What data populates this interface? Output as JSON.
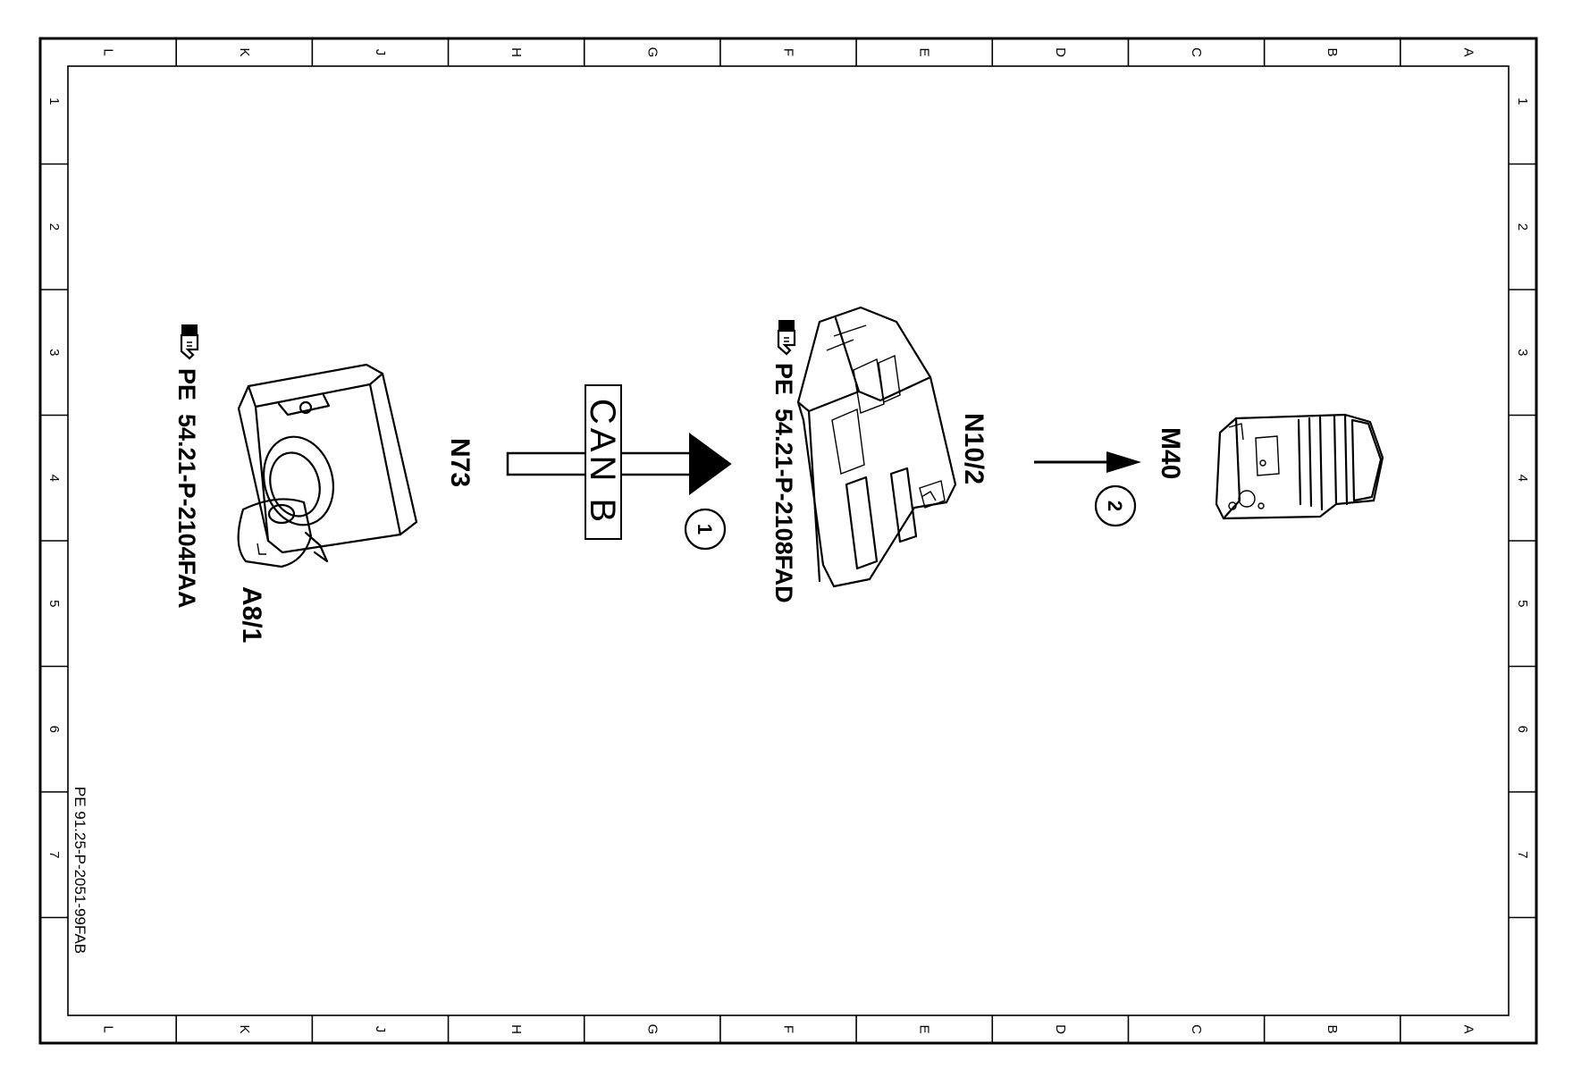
{
  "frame": {
    "columns": [
      "L",
      "K",
      "J",
      "H",
      "G",
      "F",
      "E",
      "D",
      "C",
      "B",
      "A"
    ],
    "rows": [
      "1",
      "2",
      "3",
      "4",
      "5",
      "6",
      "7"
    ]
  },
  "components": [
    {
      "id": "N73",
      "label": "N73",
      "icon": "ignition-switch-icon"
    },
    {
      "id": "A8/1",
      "label": "A8/1",
      "icon": "transmitter-key-icon"
    },
    {
      "id": "N10/2",
      "label": "N10/2",
      "icon": "sam-control-module-icon"
    },
    {
      "id": "M40",
      "label": "M40",
      "icon": "actuator-motor-icon"
    }
  ],
  "references": [
    {
      "icon": "pointing-hand-icon",
      "text": "PE  54.21-P-2104FAA"
    },
    {
      "icon": "pointing-hand-icon",
      "text": "PE  54.21-P-2108FAD"
    }
  ],
  "connections": [
    {
      "from": "N73",
      "to": "N10/2",
      "label": "CAN B",
      "step": "1"
    },
    {
      "from": "N10/2",
      "to": "M40",
      "label": "",
      "step": "2"
    }
  ],
  "footer": "PE 91.25-P-2051-99FAB"
}
